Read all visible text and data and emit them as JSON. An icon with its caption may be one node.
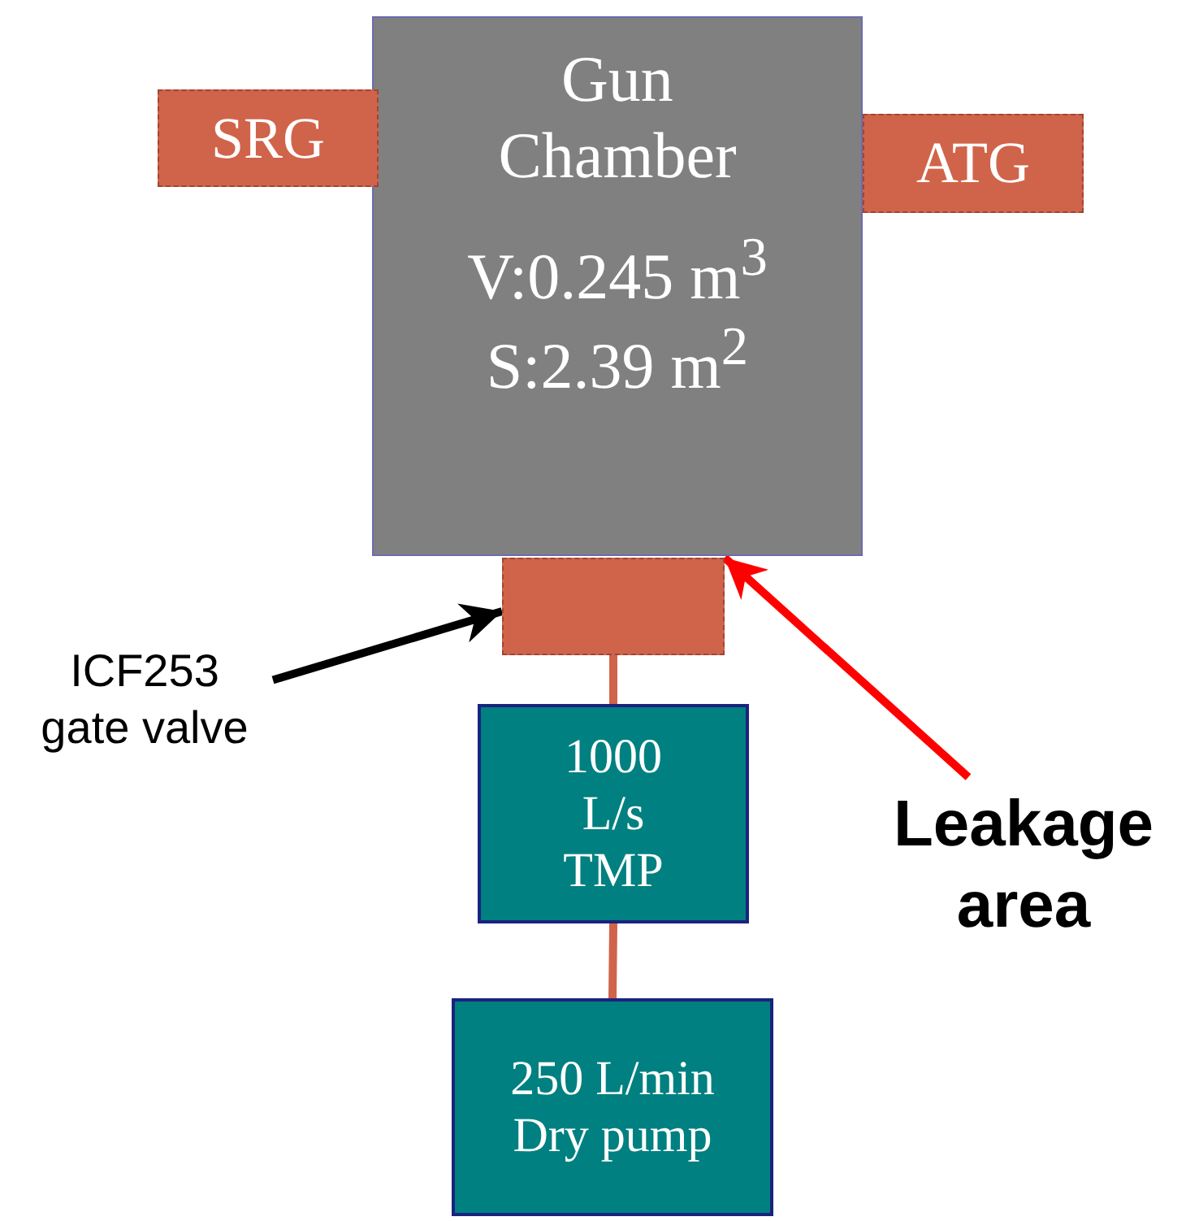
{
  "diagram": {
    "nodes": [
      {
        "text": [
          "SRG"
        ]
      },
      {
        "text": [
          "Gun Chamber",
          "V:0.245 m$^{3}$ S:2.39 m$^{2}$"
        ]
      },
      {
        "text": [
          "ATG"
        ]
      },
      {
        "text": [],
        "shape": "box"
      },
      {
        "text": [
          "1000 L/s TMP"
        ]
      },
      {
        "text": [
          "250 L/min Dry pump"
        ]
      },
      {
        "text": [
          "ICF253 gate valve"
        ]
      },
      {
        "text": [
          "Leakage area"
        ]
      }
    ],
    "edges": [
      {
        "from": 6,
        "to": 3,
        "arrow": "to",
        "color": "#000000"
      },
      {
        "from": 7,
        "to": 3,
        "arrow": "to",
        "color": "#ff0000"
      },
      {
        "from": 3,
        "to": 4,
        "arrow": "none",
        "color": "#d0644a"
      },
      {
        "from": 4,
        "to": 5,
        "arrow": "none",
        "color": "#d0644a"
      }
    ]
  }
}
